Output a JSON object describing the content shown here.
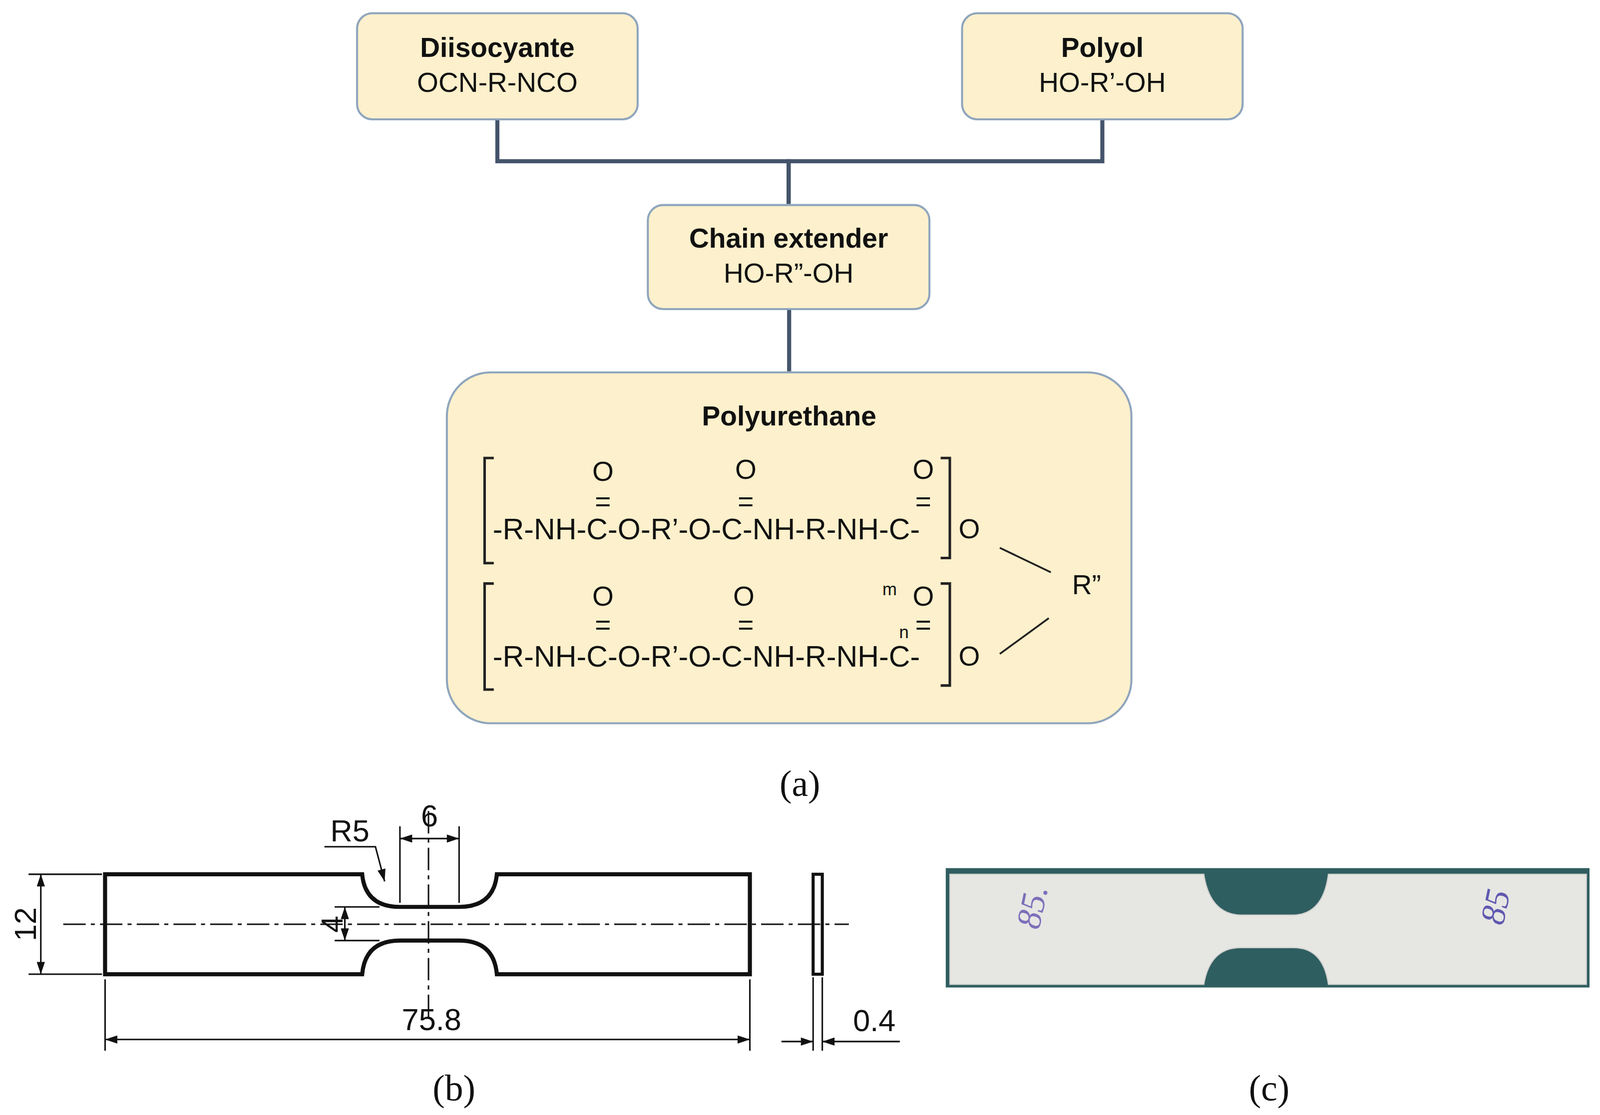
{
  "diagram": {
    "nodes": [
      {
        "text": [
          "Diisocyante",
          "OCN-R-NCO"
        ]
      },
      {
        "text": [
          "Polyol",
          "HO-R’-OH"
        ]
      },
      {
        "text": [
          "Chain extender",
          "HO-R”-OH"
        ]
      },
      {
        "text": [
          "Polyurethane"
        ]
      }
    ],
    "edges": [
      {
        "from": 0,
        "to": 2,
        "arrow": "none"
      },
      {
        "from": 1,
        "to": 2,
        "arrow": "none"
      },
      {
        "from": 2,
        "to": 3,
        "arrow": "none"
      }
    ],
    "labels": [
      "O",
      "O",
      "O",
      "=",
      "=",
      "=",
      "-R-NH-C-O-R’-O-C-NH-R-NH-C-",
      "O",
      "O",
      "O",
      "m",
      "O",
      "=",
      "=",
      "n",
      "=",
      "-R-NH-C-O-R’-O-C-NH-R-NH-C-",
      "O",
      "R”",
      "(a)",
      "R5",
      "6",
      "12",
      "4",
      "75.8",
      "0.4",
      "(b)",
      "85.",
      "85",
      "(c)"
    ]
  }
}
